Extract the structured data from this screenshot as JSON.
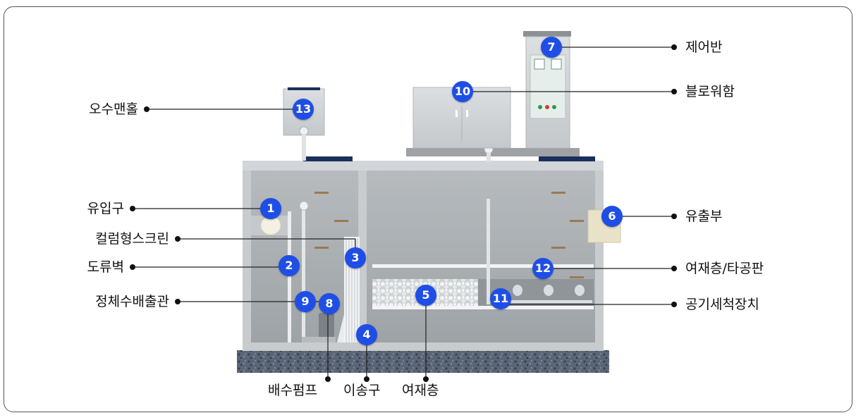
{
  "labels": {
    "l1": "유입구",
    "l2": "도류벽",
    "l3": "컬럼형스크린",
    "l4": "이송구",
    "l5": "여재층",
    "l6": "유출부",
    "l7": "제어반",
    "l8": "배수펌프",
    "l9": "정체수배출관",
    "l10": "블로워함",
    "l11": "공기세척장치",
    "l12": "여재층/타공판",
    "l13": "오수맨홀"
  },
  "badges": {
    "b1": "1",
    "b2": "2",
    "b3": "3",
    "b4": "4",
    "b5": "5",
    "b6": "6",
    "b7": "7",
    "b8": "8",
    "b9": "9",
    "b10": "10",
    "b11": "11",
    "b12": "12",
    "b13": "13"
  },
  "colors": {
    "badge": "#1f4ee6",
    "wall": "#c9ccce",
    "interior": "#a9aeb1",
    "gravel": "#4a5566",
    "solar_panel": "#1c2f5c"
  }
}
